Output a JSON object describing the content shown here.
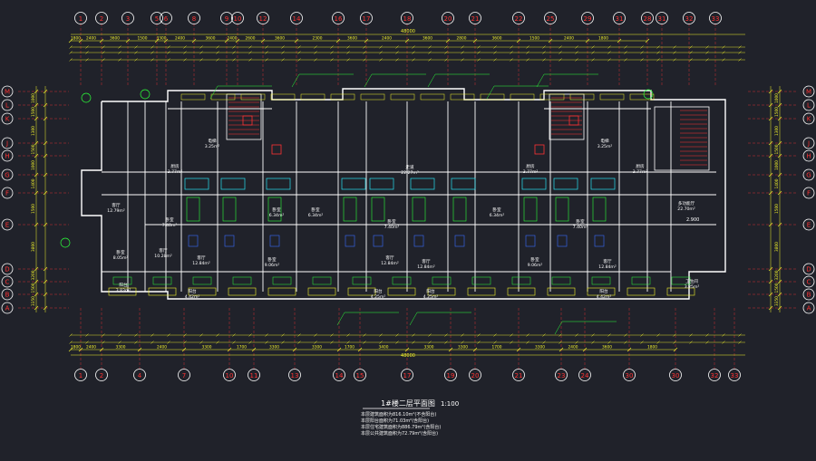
{
  "drawing": {
    "title": "1#楼二层平面图",
    "scale": "1:100",
    "notes": [
      "本层建筑面积为816.10m²(不含阳台)",
      "本层阳台面积为71.03m²(含阳台)",
      "本层住宅建筑面积为886.79m²(含阳台)",
      "本层公共建筑面积为72.79m²(含阳台)"
    ],
    "total_dimension": "48000",
    "top_axes": [
      "1",
      "2",
      "3",
      "5",
      "6",
      "8",
      "9",
      "10",
      "12",
      "14",
      "16",
      "17",
      "18",
      "20",
      "21",
      "22",
      "25",
      "29",
      "31",
      "28",
      "31",
      "32",
      "33"
    ],
    "bottom_axes": [
      "1",
      "2",
      "4",
      "7",
      "10",
      "11",
      "13",
      "14",
      "15",
      "17",
      "19",
      "20",
      "21",
      "23",
      "24",
      "30",
      "30",
      "32",
      "33"
    ],
    "side_axes": [
      "M",
      "L",
      "K",
      "J",
      "H",
      "G",
      "F",
      "E",
      "D",
      "C",
      "B",
      "A"
    ],
    "top_dims": [
      "1800",
      "2400",
      "3600",
      "1500",
      "3300",
      "2400",
      "3600",
      "2400",
      "2600",
      "3600",
      "2300",
      "3600",
      "2400",
      "3600",
      "2800",
      "3600",
      "1500",
      "2400",
      "1800"
    ],
    "bottom_dims": [
      "1800",
      "2400",
      "3300",
      "2400",
      "3300",
      "1700",
      "3300",
      "3300",
      "1700",
      "3400",
      "3300",
      "3300",
      "1700",
      "3300",
      "2400",
      "3600",
      "1800"
    ],
    "left_dims": [
      "1000",
      "1500",
      "1300",
      "1500",
      "1000",
      "1400",
      "1500",
      "3800",
      "3200",
      "1500",
      "3350",
      "1000"
    ],
    "room_labels": [
      {
        "name": "客厅",
        "area": "12.79m²"
      },
      {
        "name": "卧室",
        "area": "8.05m²"
      },
      {
        "name": "客厅",
        "area": "10.28m²"
      },
      {
        "name": "卧室",
        "area": "7.40m²"
      },
      {
        "name": "客厅",
        "area": "12.84m²"
      },
      {
        "name": "卧室",
        "area": "9.06m²"
      },
      {
        "name": "卧室",
        "area": "6.34m²"
      },
      {
        "name": "卧室",
        "area": "6.34m²"
      },
      {
        "name": "客厅",
        "area": "12.84m²"
      },
      {
        "name": "卧室",
        "area": "7.40m²"
      },
      {
        "name": "客厅",
        "area": "12.84m²"
      },
      {
        "name": "卧室",
        "area": "6.34m²"
      },
      {
        "name": "卧室",
        "area": "9.06m²"
      },
      {
        "name": "卧室",
        "area": "7.40m²"
      },
      {
        "name": "客厅",
        "area": "12.84m²"
      },
      {
        "name": "多功能厅",
        "area": "22.70m²"
      },
      {
        "name": "卫生间",
        "area": "3.25m²"
      },
      {
        "name": "阳台",
        "area": "4.42m²"
      },
      {
        "name": "阳台",
        "area": "4.25m²"
      },
      {
        "name": "阳台",
        "area": "4.25m²"
      },
      {
        "name": "阳台",
        "area": "4.42m²"
      },
      {
        "name": "厨房",
        "area": "3.77m²"
      },
      {
        "name": "厨房",
        "area": "3.77m²"
      },
      {
        "name": "电梯",
        "area": "3.25m²"
      },
      {
        "name": "电梯",
        "area": "3.25m²"
      },
      {
        "name": "走道",
        "area": "22.27m²"
      },
      {
        "name": "厨房",
        "area": "3.77m²"
      },
      {
        "name": "阳台",
        "area": "3.83m²"
      }
    ],
    "elevation_mark": "2.900"
  },
  "colors": {
    "background": "#20222a",
    "wall": "#ffffff",
    "axis": "#ff3333",
    "dim": "#f2f22c",
    "note": "#2cff3a",
    "cyan": "#28e0f0",
    "blue": "#3a6cff",
    "magenta": "#ff4cff"
  }
}
